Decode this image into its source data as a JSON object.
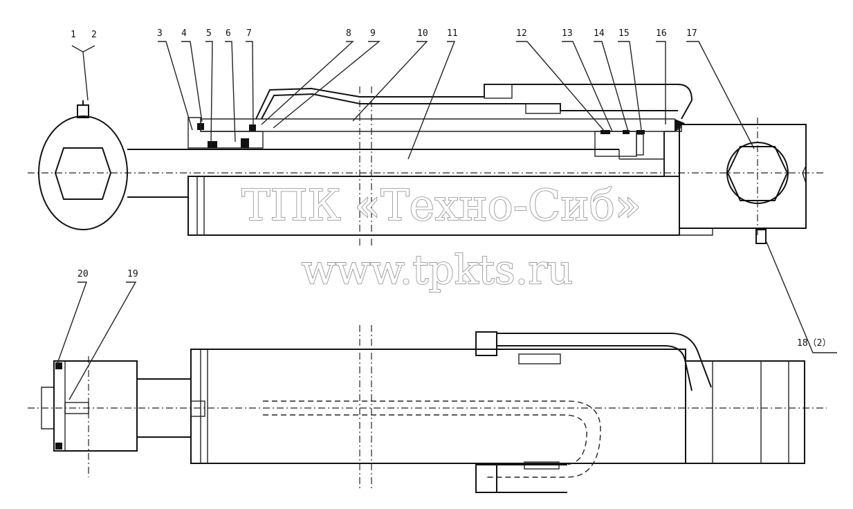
{
  "callouts": {
    "n1": "1",
    "n2": "2",
    "n3": "3",
    "n4": "4",
    "n5": "5",
    "n6": "6",
    "n7": "7",
    "n8": "8",
    "n9": "9",
    "n10": "10",
    "n11": "11",
    "n12": "12",
    "n13": "13",
    "n14": "14",
    "n15": "15",
    "n16": "16",
    "n17": "17",
    "n18": "18（2）",
    "n19": "19",
    "n20": "20"
  },
  "watermark": {
    "company": "ТПК «Техно-Сиб»",
    "site": "www.tpkts.ru"
  },
  "colors": {
    "line": "#111111",
    "watermark_outline": "#8a8a8a",
    "background": "#ffffff"
  }
}
